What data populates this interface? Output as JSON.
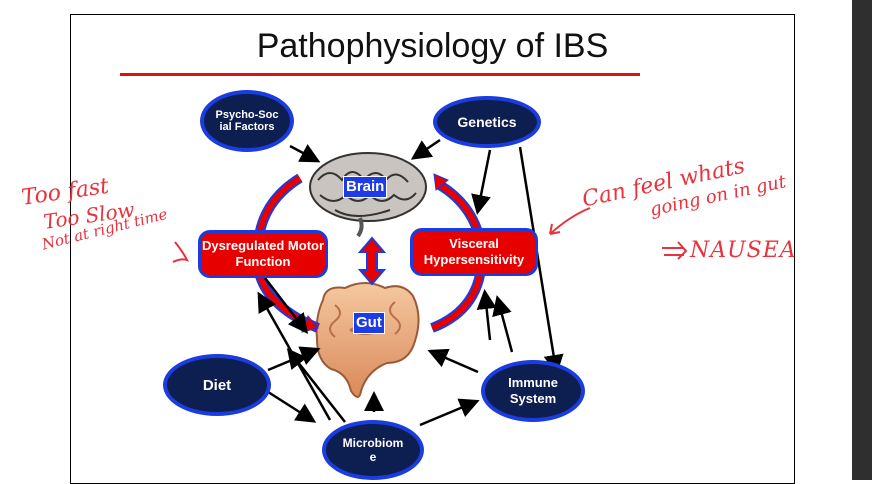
{
  "slide": {
    "title": "Pathophysiology of IBS"
  },
  "nodes": {
    "psycho_social": "Psycho-Soc ial Factors",
    "genetics": "Genetics",
    "brain": "Brain",
    "gut": "Gut",
    "motor": "Dysregulated Motor Function",
    "visceral": "Visceral Hypersensitivity",
    "diet": "Diet",
    "immune": "Immune System",
    "microbiome": "Microbiom e"
  },
  "annotations": {
    "left_line1": "Too fast",
    "left_line2": "Too Slow",
    "left_line3": "Not at right time",
    "right_line1": "Can feel whats",
    "right_line2": "going on in gut",
    "right_line3": "NAUSEA"
  },
  "colors": {
    "title_rule": "#e01010",
    "oval_fill": "#0d1e50",
    "oval_border": "#1a3ce0",
    "box_fill": "#e60000",
    "handwriting": "#e8323c"
  }
}
